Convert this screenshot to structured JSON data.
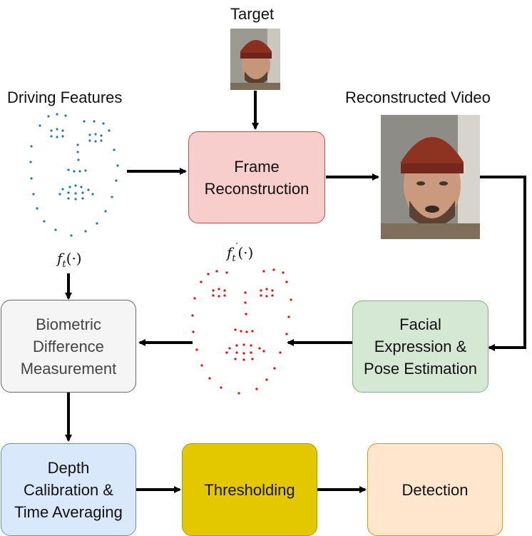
{
  "labels": {
    "target": "Target",
    "driving_features": "Driving Features",
    "reconstructed_video": "Reconstructed Video",
    "f_t": "f",
    "f_t_sub": "t",
    "f_t_args": "(·)",
    "f_t_prime_sup": "′"
  },
  "boxes": {
    "frame_reconstruction": "Frame\nReconstruction",
    "facial_expression": "Facial\nExpression &\nPose Estimation",
    "biometric_difference": "Biometric\nDifference\nMeasurement",
    "depth_calibration": "Depth\nCalibration &\nTime Averaging",
    "thresholding": "Thresholding",
    "detection": "Detection"
  },
  "colors": {
    "frame_fill": "#f8cecc",
    "frame_border": "#b85450",
    "facial_fill": "#d5e8d4",
    "facial_border": "#82b366",
    "biometric_fill": "#f5f5f5",
    "biometric_border": "#666666",
    "depth_fill": "#dae8fc",
    "depth_border": "#6c8ebf",
    "threshold_fill": "#e3c800",
    "threshold_border": "#b09500",
    "detection_fill": "#ffe6cc",
    "detection_border": "#d79b00",
    "landmark_blue": "#1f77b4",
    "landmark_red": "#ff0000",
    "arrow": "#000000"
  },
  "icons": [
    "target-face-photo",
    "reconstructed-face-photo",
    "blue-landmark-face",
    "red-landmark-face"
  ]
}
